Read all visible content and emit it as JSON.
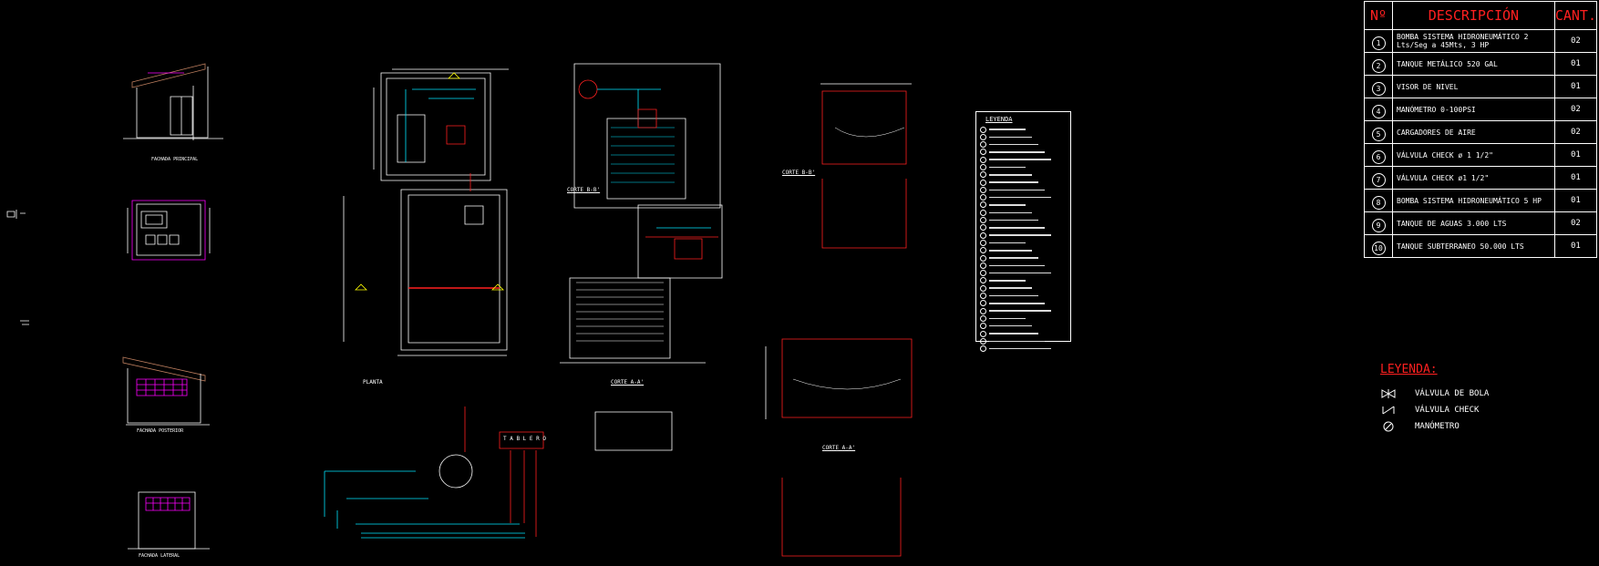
{
  "bom_table": {
    "headers": {
      "number": "Nº",
      "description": "DESCRIPCIÓN",
      "quantity": "CANT."
    },
    "rows": [
      {
        "n": "1",
        "description": "BOMBA SISTEMA HIDRONEUMÁTICO 2 Lts/Seg a 45Mts, 3 HP",
        "qty": "02"
      },
      {
        "n": "2",
        "description": "TANQUE METÁLICO 520 GAL",
        "qty": "01"
      },
      {
        "n": "3",
        "description": "VISOR DE NIVEL",
        "qty": "01"
      },
      {
        "n": "4",
        "description": "MANÓMETRO 0-100PSI",
        "qty": "02"
      },
      {
        "n": "5",
        "description": "CARGADORES DE AIRE",
        "qty": "02"
      },
      {
        "n": "6",
        "description": "VÁLVULA CHECK ø 1 1/2\"",
        "qty": "01"
      },
      {
        "n": "7",
        "description": "VÁLVULA CHECK ø1 1/2\"",
        "qty": "01"
      },
      {
        "n": "8",
        "description": "BOMBA SISTEMA HIDRONEUMÁTICO 5 HP",
        "qty": "01"
      },
      {
        "n": "9",
        "description": "TANQUE DE AGUAS 3.000 LTS",
        "qty": "02"
      },
      {
        "n": "10",
        "description": "TANQUE SUBTERRANEO 50.000 LTS",
        "qty": "01"
      }
    ]
  },
  "legend_bottom": {
    "title": "LEYENDA:",
    "items": [
      {
        "icon": "ball-valve-icon",
        "label": "VÁLVULA DE BOLA"
      },
      {
        "icon": "check-valve-icon",
        "label": "VÁLVULA CHECK"
      },
      {
        "icon": "manometer-icon",
        "label": "MANÓMETRO"
      }
    ]
  },
  "legend_box": {
    "title": "LEYENDA",
    "item_count": 30
  },
  "drawing_labels": {
    "fachada_principal": "FACHADA PRINCIPAL",
    "planta": "PLANTA",
    "corte_aa": "CORTE A-A'",
    "corte_bb_top": "CORTE B-B'",
    "corte_bb_right": "CORTE B-B'",
    "corte_aa_right": "CORTE A-A'",
    "fachada_posterior": "FACHADA POSTERIOR",
    "fachada_lateral": "FACHADA LATERAL",
    "tablero": "T A B L E R O"
  },
  "colors": {
    "background": "#000000",
    "line": "#ffffff",
    "accent_red": "#ff2020",
    "magenta": "#ff00ff",
    "cyan": "#00e5ff",
    "yellow": "#ffff00",
    "brown": "#c08060"
  }
}
